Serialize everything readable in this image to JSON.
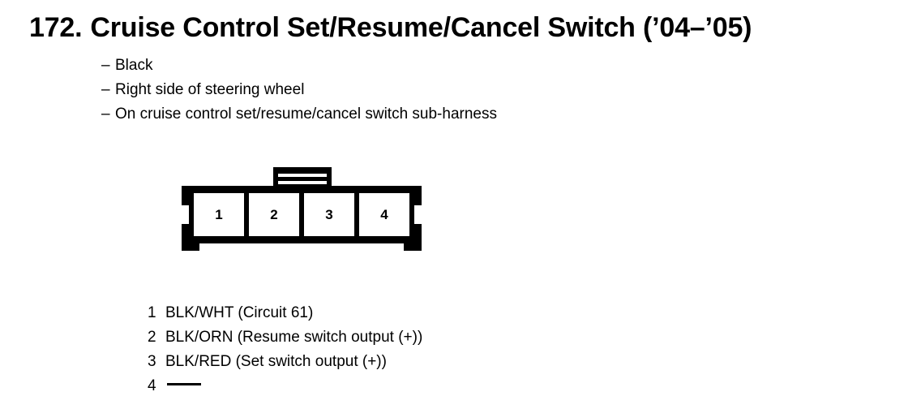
{
  "title": {
    "number": "172.",
    "text": "Cruise Control Set/Resume/Cancel Switch (’04–’05)",
    "full": "172.  Cruise Control Set/Resume/Cancel Switch (’04–’05)"
  },
  "description": {
    "dash": "–",
    "items": [
      "Black",
      "Right side of steering wheel",
      "On cruise control set/resume/cancel switch sub-harness"
    ]
  },
  "connector": {
    "name": "4-cavity-connector",
    "cavity_count": 4,
    "cavities": [
      "1",
      "2",
      "3",
      "4"
    ],
    "tab_slots": 2,
    "color": "#000000"
  },
  "pin_legend": {
    "rows": [
      {
        "pin": "1",
        "desc": "BLK/WHT (Circuit 61)",
        "blank": false
      },
      {
        "pin": "2",
        "desc": "BLK/ORN (Resume switch output (+))",
        "blank": false
      },
      {
        "pin": "3",
        "desc": "BLK/RED (Set switch output (+))",
        "blank": false
      },
      {
        "pin": "4",
        "desc": "",
        "blank": true
      }
    ]
  }
}
